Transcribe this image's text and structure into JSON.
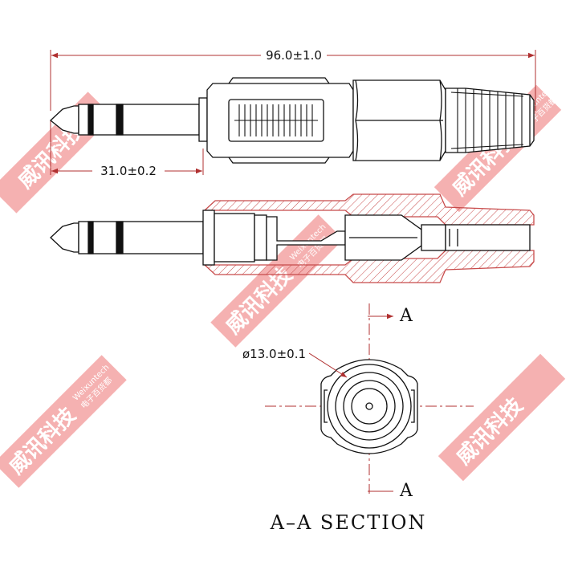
{
  "dimensions": {
    "overall_length": "96.0±1.0",
    "tip_length": "31.0±0.2",
    "diameter": "ø13.0±0.1"
  },
  "section": {
    "marker_top": "A",
    "marker_bottom": "A",
    "title": "A–A  SECTION"
  },
  "watermark": {
    "text": "威讯科技",
    "sub_text": "Weixuntech",
    "sub_cn": "电子百货都",
    "color": "#f4a3a3"
  },
  "colors": {
    "line": "#111111",
    "dimension": "#b03030",
    "hatch": "#c84b4b"
  }
}
